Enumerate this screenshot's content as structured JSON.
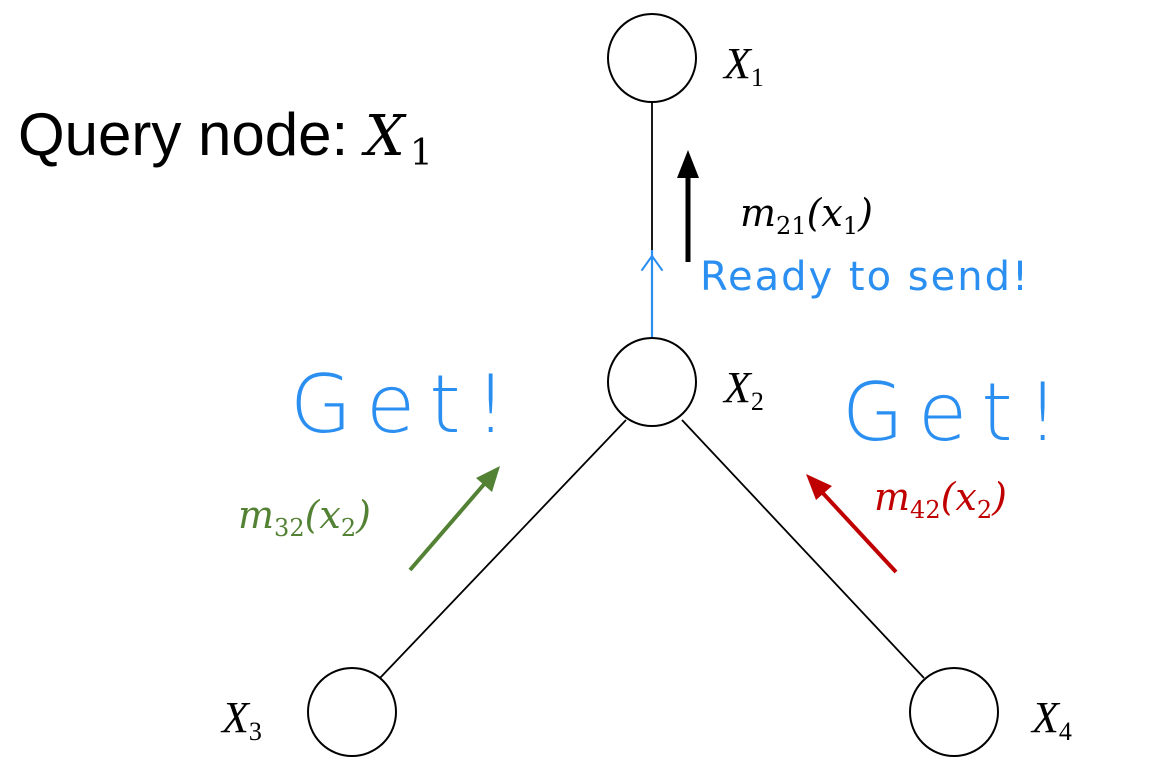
{
  "query": {
    "prefix": "Query node: ",
    "var": "X",
    "sub": "1"
  },
  "nodes": [
    {
      "id": "x1",
      "label": "X",
      "sub": "1"
    },
    {
      "id": "x2",
      "label": "X",
      "sub": "2"
    },
    {
      "id": "x3",
      "label": "X",
      "sub": "3"
    },
    {
      "id": "x4",
      "label": "X",
      "sub": "4"
    }
  ],
  "messages": {
    "m21": {
      "m": "m",
      "msub": "21",
      "arg_open": "(x",
      "arg_sub": "1",
      "arg_close": ")",
      "color": "#000000"
    },
    "m32": {
      "m": "m",
      "msub": "32",
      "arg_open": "(x",
      "arg_sub": "2",
      "arg_close": ")",
      "color": "#548235"
    },
    "m42": {
      "m": "m",
      "msub": "42",
      "arg_open": "(x",
      "arg_sub": "2",
      "arg_close": ")",
      "color": "#c00000"
    }
  },
  "annotations": {
    "ready": "Ready to send!",
    "get_left": "Get!",
    "get_right": "Get!",
    "color": "#2a8ff0"
  }
}
